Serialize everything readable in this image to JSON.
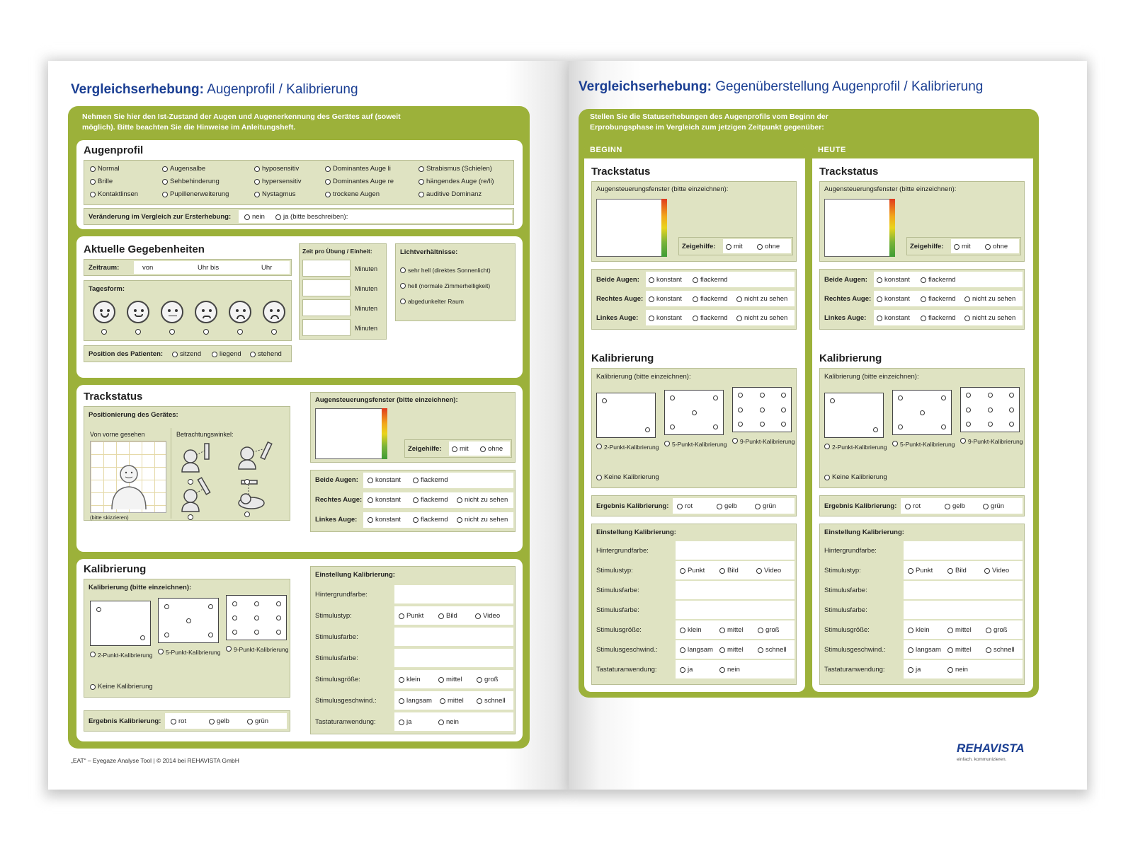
{
  "left": {
    "title_bold": "Vergleichserhebung:",
    "title_rest": " Augenprofil / Kalibrierung",
    "intro": "Nehmen Sie hier den Ist-Zustand der Augen und Augenerkennung des Gerätes auf (soweit möglich). Bitte beachten Sie die Hinweise im Anleitungsheft.",
    "augenprofil": {
      "title": "Augenprofil",
      "col1": [
        "Normal",
        "Brille",
        "Kontaktlinsen"
      ],
      "col2": [
        "Augensalbe",
        "Sehbehinderung",
        "Pupillenerweiterung"
      ],
      "col3": [
        "hyposensitiv",
        "hypersensitiv",
        "Nystagmus"
      ],
      "col4": [
        "Dominantes Auge li",
        "Dominantes Auge re",
        "trockene Augen"
      ],
      "col5": [
        "Strabismus (Schielen)",
        "hängendes Auge (re/li)",
        "auditive Dominanz"
      ],
      "change_label": "Veränderung im Vergleich zur Ersterhebung:",
      "change_no": "nein",
      "change_yes": "ja (bitte beschreiben):"
    },
    "gegebenheiten": {
      "title": "Aktuelle Gegebenheiten",
      "zeitraum": "Zeitraum:",
      "von": "von",
      "uhr_bis": "Uhr bis",
      "uhr": "Uhr",
      "tagesform": "Tagesform:",
      "position_label": "Position des Patienten:",
      "position_options": [
        "sitzend",
        "liegend",
        "stehend"
      ],
      "zeit_label": "Zeit pro Übung / Einheit:",
      "minuten": [
        "Minuten",
        "Minuten",
        "Minuten",
        "Minuten"
      ],
      "licht_label": "Lichtverhältnisse:",
      "licht_options": [
        "sehr hell (direktes Sonnenlicht)",
        "hell (normale Zimmerhelligkeit)",
        "abgedunkelter Raum"
      ]
    },
    "trackstatus": {
      "title": "Trackstatus",
      "positionierung": "Positionierung des Gerätes:",
      "von_vorne": "Von vorne gesehen",
      "betrachtung": "Betrachtungswinkel:",
      "note": "(bitte skizzieren)",
      "fenster_label": "Augensteuerungsfenster (bitte einzeichnen):",
      "zeigehilfe": "Zeigehilfe:",
      "mit": "mit",
      "ohne": "ohne",
      "eyes": [
        {
          "label": "Beide Augen:",
          "options": [
            "konstant",
            "flackernd"
          ]
        },
        {
          "label": "Rechtes Auge:",
          "options": [
            "konstant",
            "flackernd",
            "nicht zu sehen"
          ]
        },
        {
          "label": "Linkes Auge:",
          "options": [
            "konstant",
            "flackernd",
            "nicht zu sehen"
          ]
        }
      ]
    },
    "kalibrierung": {
      "title": "Kalibrierung",
      "label": "Kalibrierung (bitte einzeichnen):",
      "opt2": "2-Punkt-Kalibrierung",
      "opt5": "5-Punkt-Kalibrierung",
      "opt9": "9-Punkt-Kalibrierung",
      "keine": "Keine Kalibrierung",
      "ergebnis": "Ergebnis Kalibrierung:",
      "ergebnis_options": [
        "rot",
        "gelb",
        "grün"
      ],
      "einstellung": "Einstellung Kalibrierung:",
      "rows": [
        {
          "label": "Hintergrundfarbe:",
          "options": []
        },
        {
          "label": "Stimulustyp:",
          "options": [
            "Punkt",
            "Bild",
            "Video"
          ]
        },
        {
          "label": "Stimulusfarbe:",
          "options": []
        },
        {
          "label": "Stimulusfarbe:",
          "options": []
        },
        {
          "label": "Stimulusgröße:",
          "options": [
            "klein",
            "mittel",
            "groß"
          ]
        },
        {
          "label": "Stimulusgeschwind.:",
          "options": [
            "langsam",
            "mittel",
            "schnell"
          ]
        },
        {
          "label": "Tastaturanwendung:",
          "options": [
            "ja",
            "nein"
          ]
        }
      ]
    },
    "footer": "„EAT“ – Eyegaze Analyse Tool | © 2014 bei REHAVISTA GmbH"
  },
  "right": {
    "title_bold": "Vergleichserhebung:",
    "title_rest": " Gegenüberstellung Augenprofil / Kalibrierung",
    "intro": "Stellen Sie die Statuserhebungen des Augenprofils vom Beginn der Erprobungsphase im Vergleich zum jetzigen Zeitpunkt gegenüber:",
    "columns": [
      {
        "header": "BEGINN"
      },
      {
        "header": "HEUTE"
      }
    ],
    "trackstatus": "Trackstatus",
    "fenster_label": "Augensteuerungsfenster (bitte einzeichnen):",
    "zeigehilfe": "Zeigehilfe:",
    "mit": "mit",
    "ohne": "ohne",
    "eyes": [
      {
        "label": "Beide Augen:",
        "options": [
          "konstant",
          "flackernd"
        ]
      },
      {
        "label": "Rechtes Auge:",
        "options": [
          "konstant",
          "flackernd",
          "nicht zu sehen"
        ]
      },
      {
        "label": "Linkes Auge:",
        "options": [
          "konstant",
          "flackernd",
          "nicht zu sehen"
        ]
      }
    ],
    "kalibrierung": "Kalibrierung",
    "kal_label": "Kalibrierung (bitte einzeichnen):",
    "opt2": "2-Punkt-Kalibrierung",
    "opt5": "5-Punkt-Kalibrierung",
    "opt9": "9-Punkt-Kalibrierung",
    "keine": "Keine Kalibrierung",
    "ergebnis": "Ergebnis Kalibrierung:",
    "ergebnis_options": [
      "rot",
      "gelb",
      "grün"
    ],
    "einstellung": "Einstellung Kalibrierung:",
    "rows": [
      {
        "label": "Hintergrundfarbe:",
        "options": []
      },
      {
        "label": "Stimulustyp:",
        "options": [
          "Punkt",
          "Bild",
          "Video"
        ]
      },
      {
        "label": "Stimulusfarbe:",
        "options": []
      },
      {
        "label": "Stimulusfarbe:",
        "options": []
      },
      {
        "label": "Stimulusgröße:",
        "options": [
          "klein",
          "mittel",
          "groß"
        ]
      },
      {
        "label": "Stimulusgeschwind.:",
        "options": [
          "langsam",
          "mittel",
          "schnell"
        ]
      },
      {
        "label": "Tastaturanwendung:",
        "options": [
          "ja",
          "nein"
        ]
      }
    ],
    "logo": "REHAVISTA",
    "logo_tagline": "einfach. kommunizieren."
  },
  "colors": {
    "green": "#9cb13a",
    "box": "#dfe3c2",
    "title_blue": "#1b3f93"
  }
}
